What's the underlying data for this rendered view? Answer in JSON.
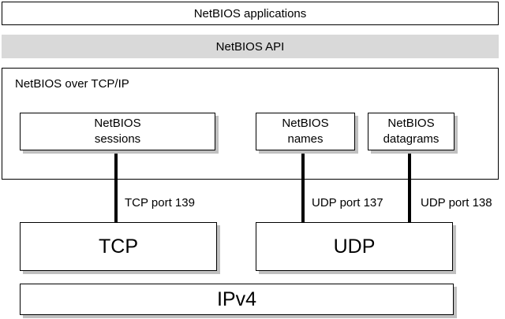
{
  "layers": {
    "applications": "NetBIOS applications",
    "api": "NetBIOS API",
    "nbt_title": "NetBIOS over TCP/IP",
    "tcp": "TCP",
    "udp": "UDP",
    "ipv4": "IPv4"
  },
  "services": {
    "sessions": {
      "line1": "NetBIOS",
      "line2": "sessions"
    },
    "names": {
      "line1": "NetBIOS",
      "line2": "names"
    },
    "datagrams": {
      "line1": "NetBIOS",
      "line2": "datagrams"
    }
  },
  "ports": {
    "tcp139": "TCP port 139",
    "udp137": "UDP port 137",
    "udp138": "UDP port 138"
  },
  "colors": {
    "api_fill": "#d9d9d9",
    "shadow": "#c0c0c0",
    "line": "#000000"
  }
}
